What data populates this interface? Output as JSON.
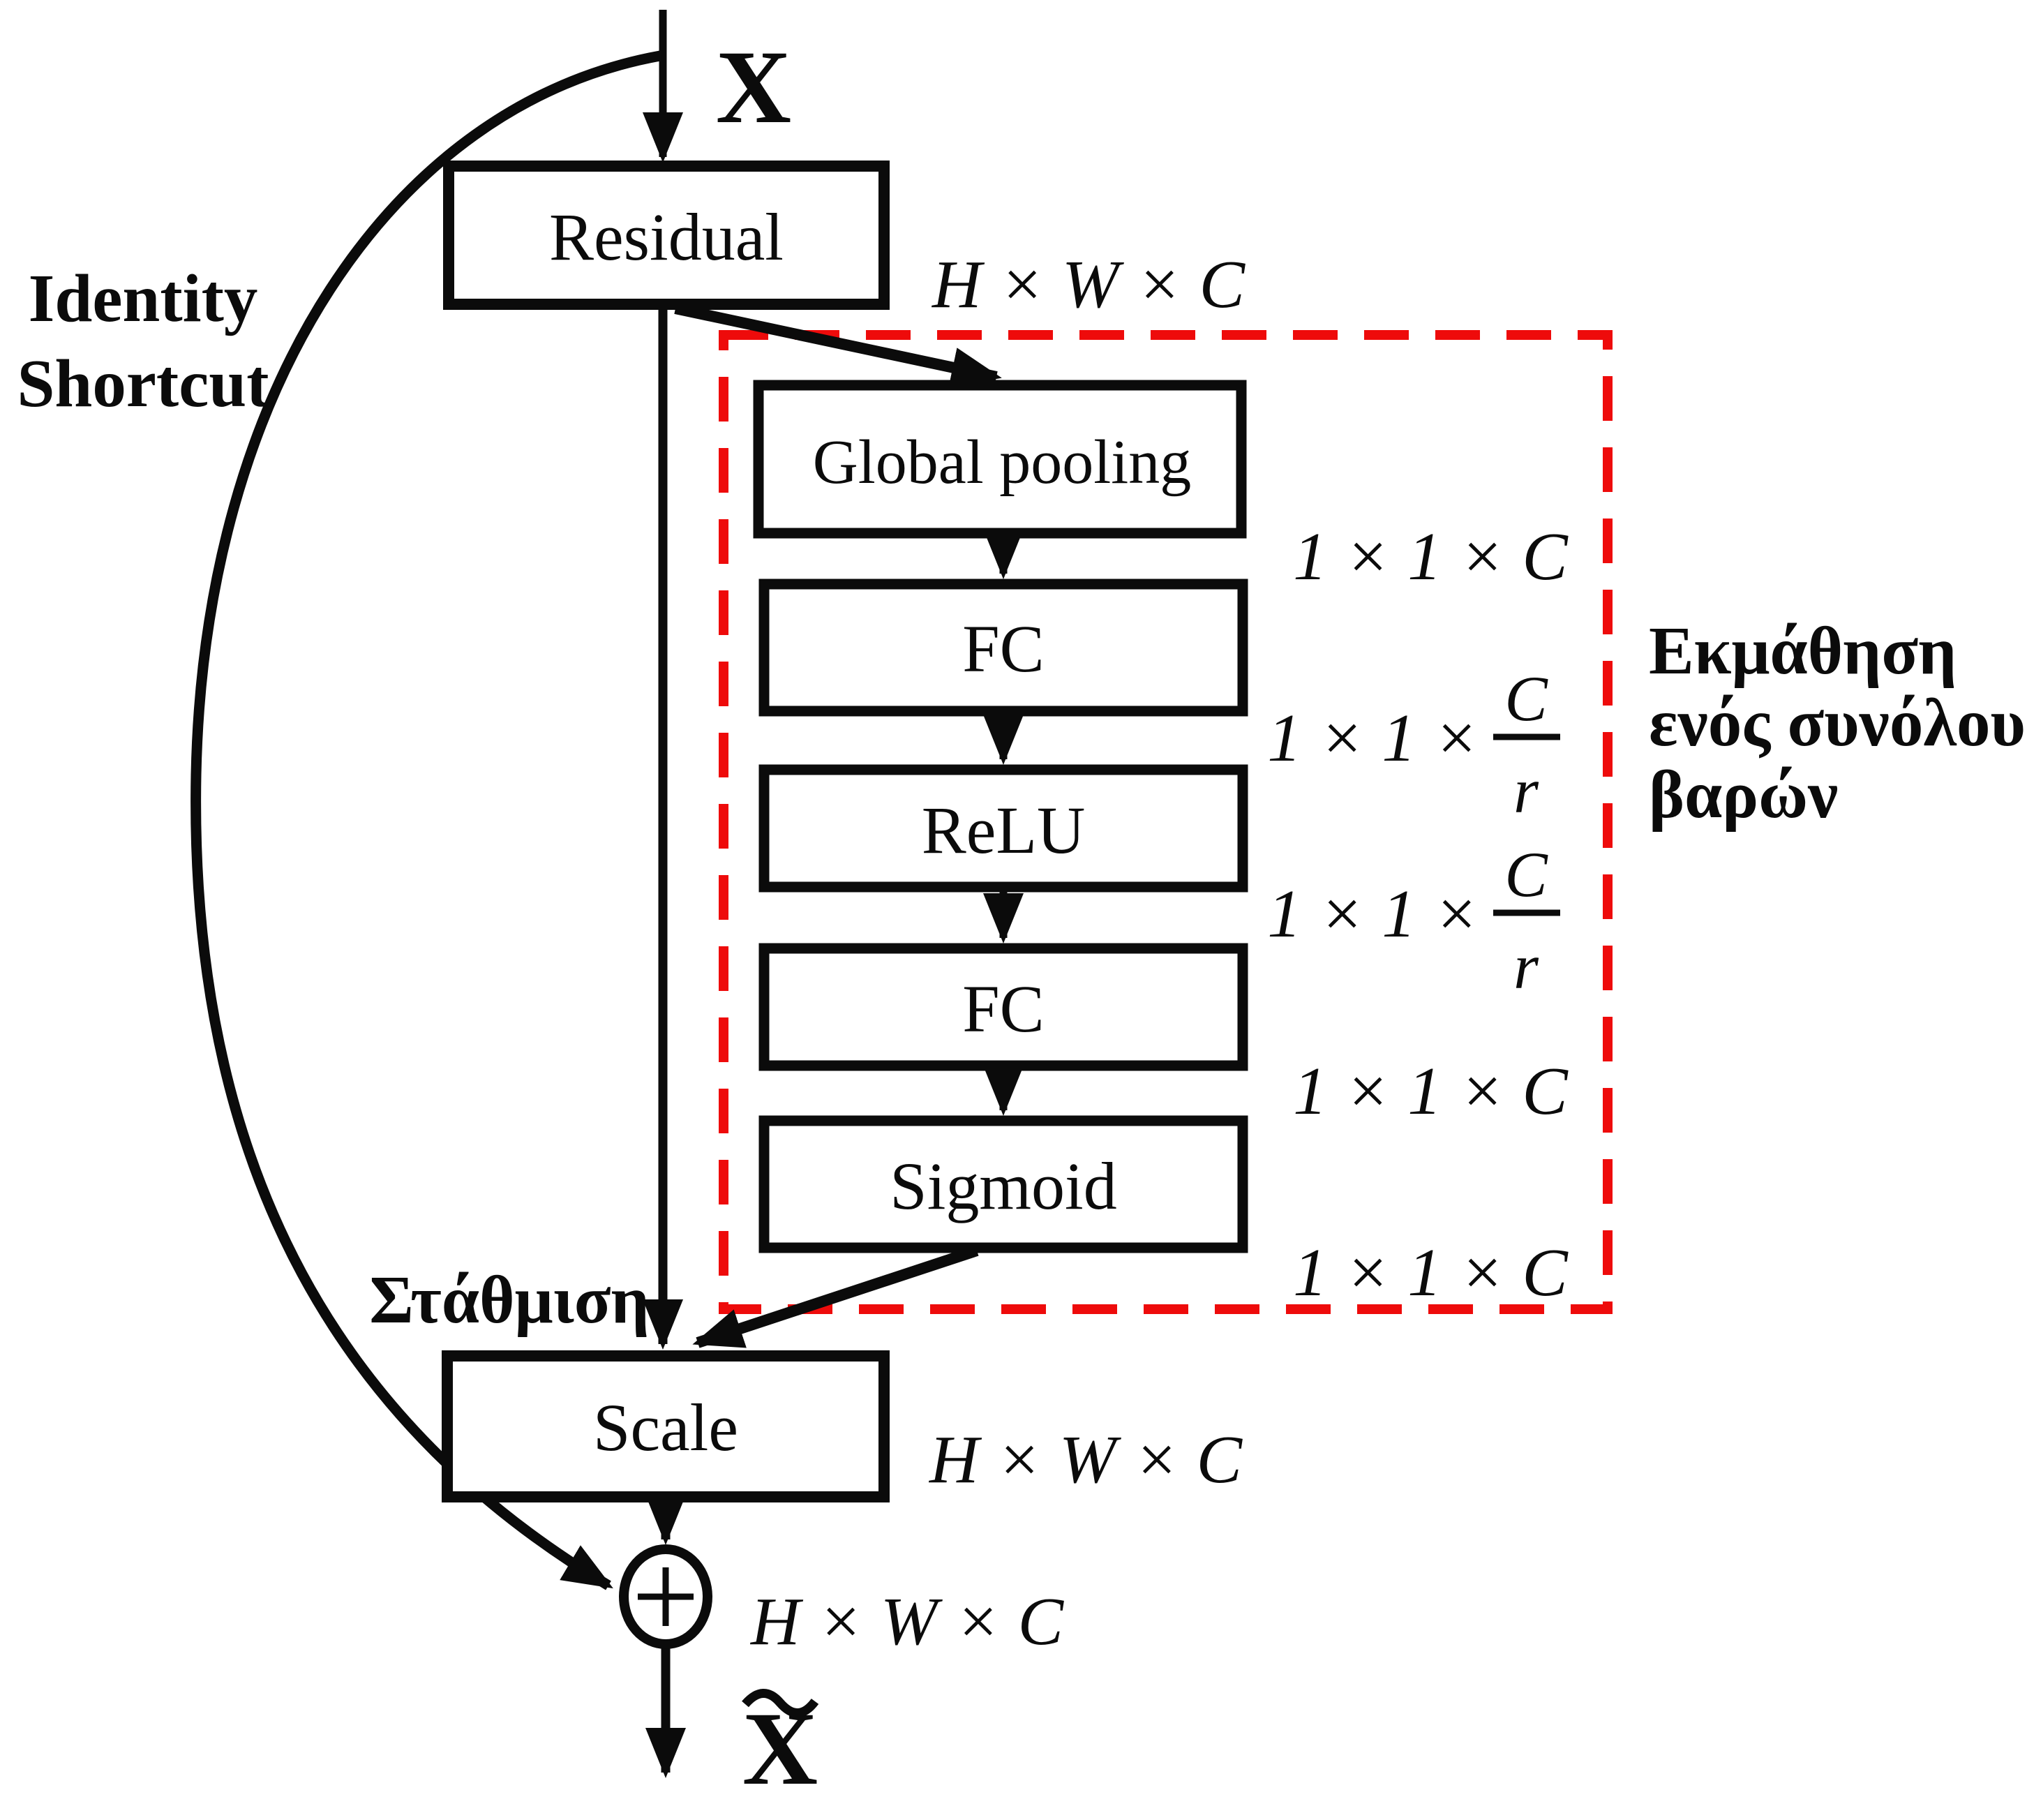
{
  "colors": {
    "annotation_red": "#ee0b0b",
    "ink": "#0b0b0b"
  },
  "io": {
    "input_label": "X",
    "output_label_base": "X",
    "output_label_tilde": "~"
  },
  "nodes": {
    "residual": {
      "label": "Residual",
      "dim": "H × W × C"
    },
    "global_pooling": {
      "label": "Global pooling",
      "dim": "1 × 1 × C"
    },
    "fc1": {
      "label": "FC",
      "dim_prefix": "1 × 1 ×",
      "dim_numerator": "C",
      "dim_denominator": "r"
    },
    "relu": {
      "label": "ReLU",
      "dim_prefix": "1 × 1 ×",
      "dim_numerator": "C",
      "dim_denominator": "r"
    },
    "fc2": {
      "label": "FC",
      "dim": "1 × 1 × C"
    },
    "sigmoid": {
      "label": "Sigmoid",
      "dim": "1 × 1 × C"
    },
    "scale": {
      "label": "Scale",
      "dim": "H × W × C"
    },
    "add": {
      "dim": "H × W × C",
      "operator": "+"
    }
  },
  "annotations": {
    "identity_shortcut_line1": "Identity",
    "identity_shortcut_line2": "Shortcut",
    "weighting": "Στάθμιση",
    "weights_learning_line1": "Εκμάθηση",
    "weights_learning_line2": "ενός συνόλου",
    "weights_learning_line3": "βαρών"
  }
}
